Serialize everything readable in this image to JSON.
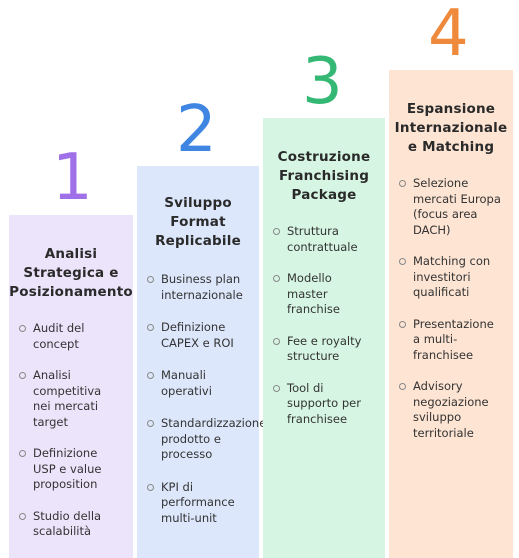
{
  "colors": {
    "step1": "#ece4fb",
    "step2": "#dde7fb",
    "step3": "#d6f6e3",
    "step4": "#fde4d3",
    "num1": "#a070e8",
    "num2": "#3f86e2",
    "num3": "#34b874",
    "num4": "#ef8a3c"
  },
  "steps": [
    {
      "number": "1",
      "title": "Analisi\nStrategica e\nPosizionamento",
      "items": [
        "Audit del\nconcept",
        "Analisi\ncompetitiva\nnei mercati\ntarget",
        "Definizione\nUSP e value\nproposition",
        "Studio della\nscalabilità"
      ]
    },
    {
      "number": "2",
      "title": "Sviluppo\nFormat\nReplicabile",
      "items": [
        "Business plan\ninternazionale",
        "Definizione\nCAPEX e ROI",
        "Manuali\noperativi",
        "Standardizzazione\nprodotto e\nprocesso",
        "KPI di\nperformance\nmulti-unit"
      ]
    },
    {
      "number": "3",
      "title": "Costruzione\nFranchising\nPackage",
      "items": [
        "Struttura\ncontrattuale",
        "Modello\nmaster\nfranchise",
        "Fee e royalty\nstructure",
        "Tool di\nsupporto per\nfranchisee"
      ]
    },
    {
      "number": "4",
      "title": "Espansione\nInternazionale\ne Matching",
      "items": [
        "Selezione\nmercati Europa\n(focus area\nDACH)",
        "Matching con\ninvestitori\nqualificati",
        "Presentazione\na multi-\nfranchisee",
        "Advisory\nnegoziazione\nsviluppo\nterritoriale"
      ]
    }
  ]
}
